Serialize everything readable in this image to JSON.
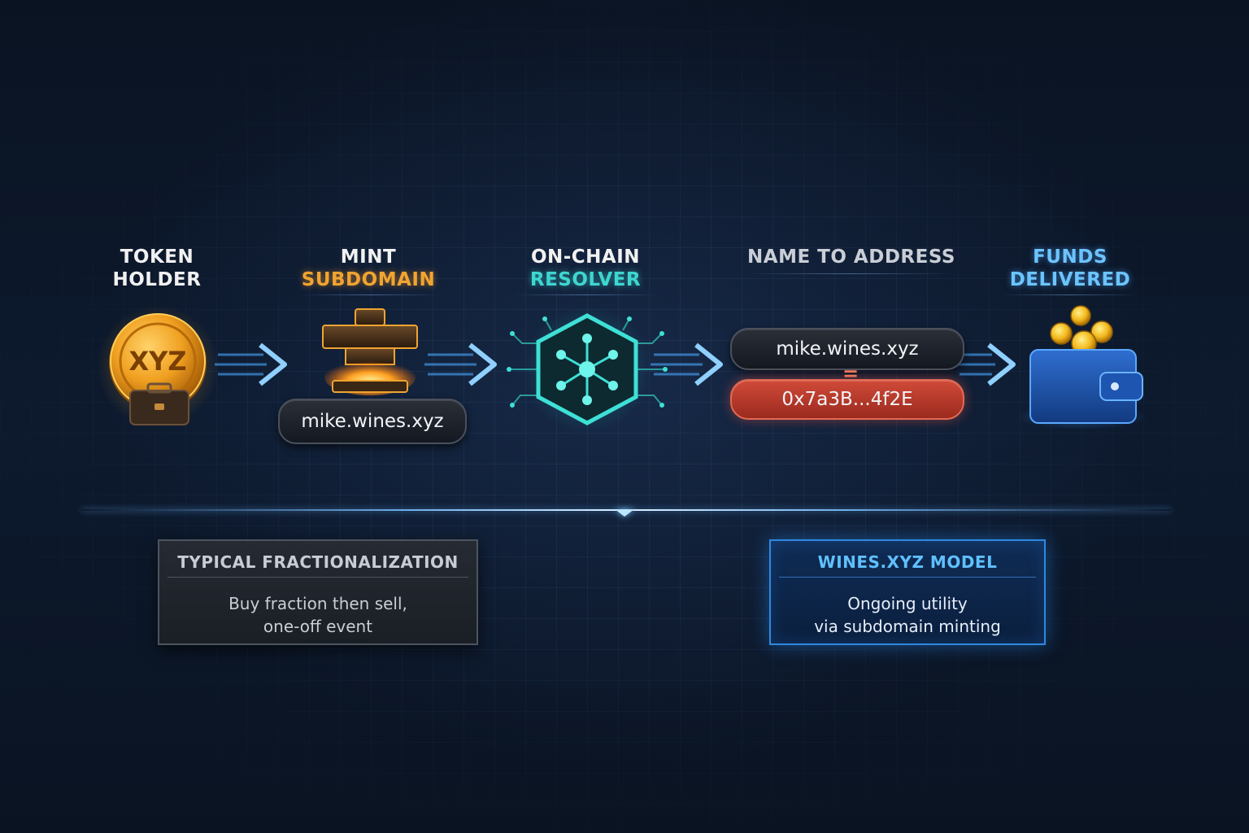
{
  "stages": [
    {
      "line1": "TOKEN",
      "line2": "HOLDER",
      "line1_color": "#f1f1f1",
      "line2_color": "#f1f1f1"
    },
    {
      "line1": "MINT",
      "line2": "SUBDOMAIN",
      "line1_color": "#f1f1f1",
      "line2_color": "#f0a431"
    },
    {
      "line1": "ON-CHAIN",
      "line2": "RESOLVER",
      "line1_color": "#f1f1f1",
      "line2_color": "#3ed6d0"
    },
    {
      "line1": "NAME TO ADDRESS",
      "line2": "",
      "line1_color": "#c9ced6",
      "line2_color": ""
    },
    {
      "line1": "FUNDS",
      "line2": "DELIVERED",
      "line1_color": "#6cc4ff",
      "line2_color": "#6cc4ff"
    }
  ],
  "token": {
    "coin_text": "XYZ",
    "icon": "coin-with-briefcase"
  },
  "mint": {
    "subdomain": "mike.wines.xyz",
    "icon": "minting-press"
  },
  "resolver": {
    "icon": "hexagon-network"
  },
  "name_to_address": {
    "name": "mike.wines.xyz",
    "equals": "=",
    "address": "0x7a3B...4f2E"
  },
  "funds": {
    "icon": "wallet-with-coins"
  },
  "comparison": {
    "typical": {
      "title": "TYPICAL FRACTIONALIZATION",
      "line1": "Buy fraction then sell,",
      "line2": "one-off event"
    },
    "model": {
      "title": "WINES.XYZ MODEL",
      "line1": "Ongoing utility",
      "line2": "via subdomain minting"
    }
  },
  "colors": {
    "background": "#0b1424",
    "orange": "#f0a431",
    "teal": "#3ed6d0",
    "blue": "#3aa2ff",
    "red": "#c43a2a"
  }
}
